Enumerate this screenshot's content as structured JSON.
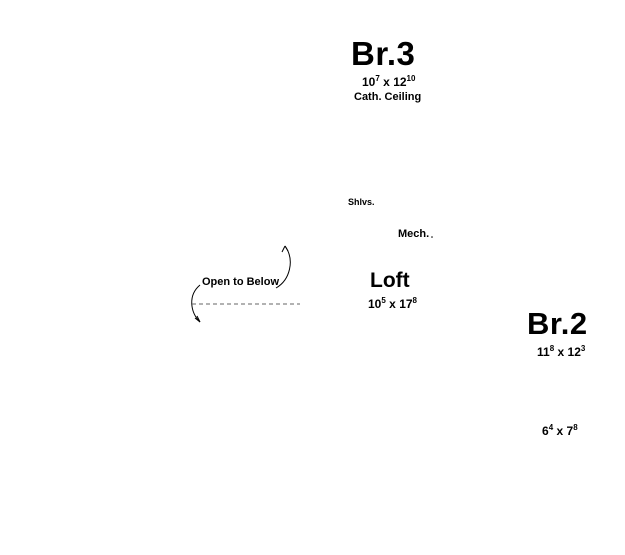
{
  "rooms": {
    "br3": {
      "name": "Br.3",
      "width_ft": "10",
      "width_in": "7",
      "length_ft": "12",
      "length_in": "10",
      "note": "Cath. Ceiling"
    },
    "shelves": {
      "label": "Shlvs."
    },
    "mech": {
      "label": "Mech."
    },
    "loft": {
      "name": "Loft",
      "width_ft": "10",
      "width_in": "5",
      "length_ft": "17",
      "length_in": "8"
    },
    "open": {
      "label": "Open to Below"
    },
    "br2": {
      "name": "Br.2",
      "width_ft": "11",
      "width_in": "8",
      "length_ft": "12",
      "length_in": "3"
    },
    "closet": {
      "width_ft": "6",
      "width_in": "4",
      "length_ft": "7",
      "length_in": "8"
    }
  },
  "dimension_separator": "x"
}
